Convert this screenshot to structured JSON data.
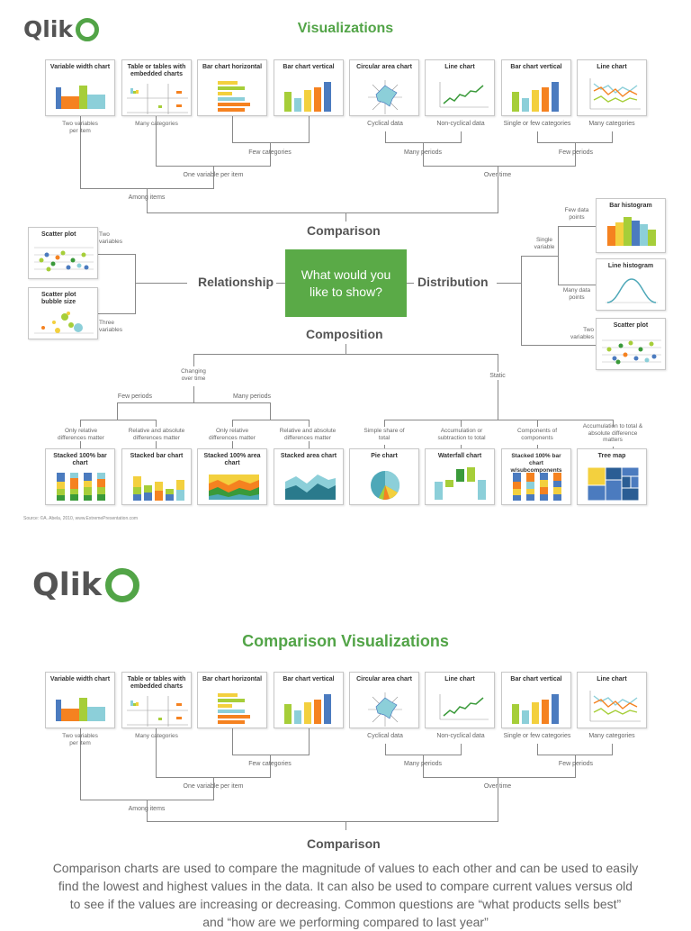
{
  "colors": {
    "brand_green": "#52a447",
    "bar_orange": "#f58220",
    "bar_yellow": "#f3d03e",
    "bar_lime": "#a6ce39",
    "bar_blue": "#4b7bbf",
    "bar_teal": "#8ccfd9",
    "bar_navy": "#2a5d94",
    "line_gray": "#888888"
  },
  "logo": {
    "text": "Qlik",
    "icon": "qlik-q-icon"
  },
  "top": {
    "title": "Visualizations",
    "center": {
      "line1": "What would you",
      "line2": "like to show?"
    },
    "categories": {
      "comparison": "Comparison",
      "relationship": "Relationship",
      "distribution": "Distribution",
      "composition": "Composition"
    },
    "charts": {
      "variable_width": "Variable width chart",
      "tables": "Table or tables with embedded charts",
      "bar_horizontal": "Bar chart horizontal",
      "bar_vertical": "Bar chart vertical",
      "circular_area": "Circular area chart",
      "line_chart": "Line chart",
      "bar_vertical2": "Bar chart vertical",
      "line_chart2": "Line chart",
      "scatter": "Scatter plot",
      "scatter_bubble": "Scatter plot bubble size",
      "bar_histogram": "Bar histogram",
      "line_histogram": "Line histogram",
      "scatter2": "Scatter plot",
      "stacked100": "Stacked 100% bar chart",
      "stacked_bar": "Stacked bar chart",
      "stacked100_area": "Stacked 100% area chart",
      "stacked_area": "Stacked area chart",
      "pie": "Pie chart",
      "waterfall": "Waterfall chart",
      "stacked100_sub": "Stacked 100% bar chart w/subcomponents",
      "tree_map": "Tree map"
    },
    "labels": {
      "two_vars_per_item": "Two variables per item",
      "many_categories": "Many categories",
      "cyclical": "Cyclical data",
      "non_cyclical": "Non-cyclical data",
      "single_few": "Single or few categories",
      "many_categories2": "Many categories",
      "few_categories": "Few categories",
      "many_periods": "Many periods",
      "few_periods": "Few periods",
      "one_var_per_item": "One variable per item",
      "over_time": "Over time",
      "among_items": "Among items",
      "two_variables": "Two variables",
      "three_variables": "Three variables",
      "few_data_points": "Few data points",
      "single_variable": "Single variable",
      "many_data_points": "Many data points",
      "two_variables2": "Two variables",
      "changing_over_time": "Changing over time",
      "static": "Static",
      "few_periods2": "Few periods",
      "many_periods2": "Many periods",
      "only_relative1": "Only relative differences matter",
      "rel_abs1": "Relative and absolute differences matter",
      "only_relative2": "Only relative differences matter",
      "rel_abs2": "Relative and absolute differences matter",
      "simple_share": "Simple share of total",
      "accumulation": "Accumulation or subtraction to total",
      "components": "Components of components",
      "accum_diff": "Accumulation to total & absolute difference matters"
    },
    "source": "Source: ©A. Abela, 2010, www.ExtremePresentation.com"
  },
  "bottom": {
    "title": "Comparison Visualizations",
    "category": "Comparison",
    "paragraph_lines": [
      "Comparison charts are used to compare the magnitude of values to each other and can be used to easily",
      "find the lowest and highest values in the data. It can also be used to compare current values versus old",
      "to see if the values are increasing or decreasing. Common questions are “what products sells best”",
      "and “how are we performing compared to last year”"
    ]
  }
}
